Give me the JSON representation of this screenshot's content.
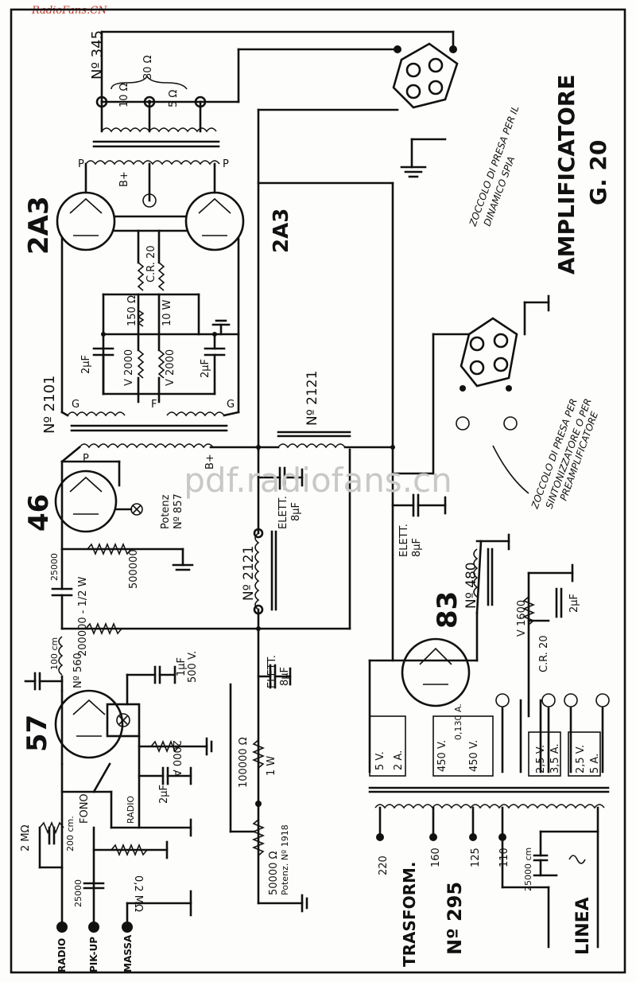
{
  "source": "RadioFans.CN",
  "watermark": "pdf.radiofans.cn",
  "title": {
    "line1": "AMPLIFICATORE",
    "line2": "G. 20"
  },
  "tubes": {
    "t1": "2A3",
    "t2": "2A3",
    "t3": "46",
    "t4": "57",
    "t5": "83"
  },
  "transformers": {
    "output": "Nº 345",
    "interstage": "Nº 2101",
    "choke1": "Nº 2121",
    "choke2": "Nº 2121",
    "filament": "Nº 560",
    "rect": "Nº 480",
    "mains": "TRASFORM.",
    "mains_no": "Nº 295"
  },
  "labels": {
    "r30": "30 Ω",
    "r10": "10 Ω",
    "r5": "5 Ω",
    "p": "P",
    "g": "G",
    "f": "F",
    "bplus": "B+",
    "cr20": "C.R. 20",
    "r150": "150 Ω",
    "w10": "10 W",
    "v2000a": "V 2000",
    "v2000b": "V 2000",
    "c2uf": "2µF",
    "elett1": "ELETT.",
    "elett1v": "8µF",
    "elett2": "ELETT.",
    "elett2v": "8µF",
    "elett3": "ELETT.",
    "elett3v": "8µF",
    "potenz1": "Potenz",
    "potenz1n": "Nº 857",
    "r500000": "500000",
    "c25000": "25000",
    "r200000": "200000 - 1/2 W",
    "c100cm": "100 cm",
    "c1uf": "1µF",
    "c500v": "500 V.",
    "r2000": "2000 A",
    "r100000": "100000 Ω",
    "w1": "1 W",
    "pot2": "50000 Ω",
    "pot2n": "Potenz. Nº 1918",
    "c200": "200 cm.",
    "r2m": "2 MΩ",
    "r02m": "0,2 MΩ",
    "c25000b": "25000",
    "fono": "FONO",
    "radio_sw": "RADIO",
    "in_radio": "RADIO",
    "in_pikup": "PIK-UP",
    "in_massa": "MASSA",
    "zoccolo1a": "ZOCCOLO DI PRESA PER IL",
    "zoccolo1b": "DINAMICO SPIA",
    "zoccolo2a": "ZOCCOLO DI PRESA PER",
    "zoccolo2b": "SINTONIZZATORE O PER",
    "zoccolo2c": "PREAMPLIFICATORE",
    "v1600": "V 1600",
    "cr20b": "C.R. 20",
    "c2ufb": "2µF",
    "s5v": "5 V.",
    "s2a": "2 A.",
    "s450a": "450 V.",
    "s0130": "0,130 A.",
    "s450b": "450 V.",
    "s25v": "2,5 V.",
    "s35a": "3,5 A.",
    "s25vb": "2,5 V.",
    "s5a": "5 A.",
    "tap220": "220",
    "tap160": "160",
    "tap125": "125",
    "tap110": "110",
    "c25000cm": "25000 cm",
    "linea": "LINEA"
  }
}
